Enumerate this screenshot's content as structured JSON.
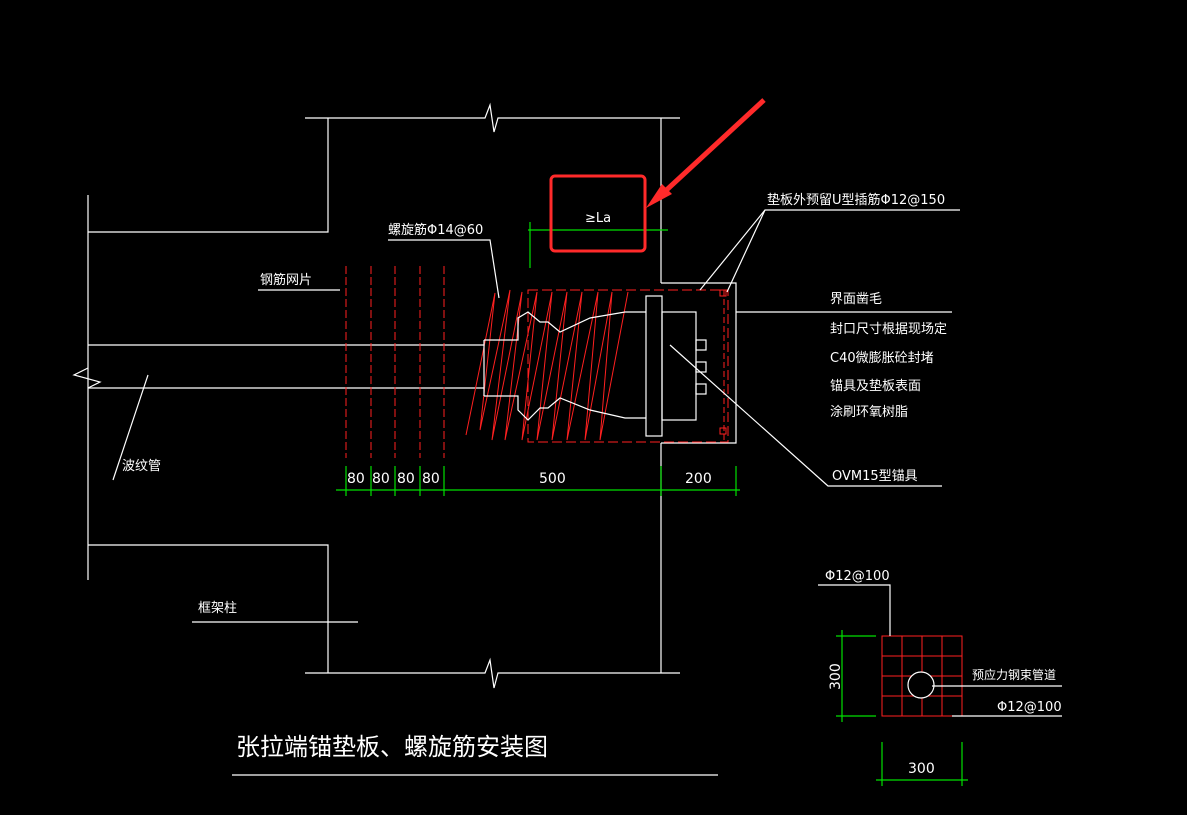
{
  "title": "张拉端锚垫板、螺旋筋安装图",
  "labels": {
    "mesh": "钢筋网片",
    "spiral": "螺旋筋Φ14@60",
    "u_bar": "垫板外预留U型插筋Φ12@150",
    "anchor_len": "≥La",
    "interface": "界面凿毛",
    "note1": "封口尺寸根据现场定",
    "note2": "C40微膨胀砼封堵",
    "note3": "锚具及垫板表面",
    "note4": "涂刷环氧树脂",
    "anchor": "OVM15型锚具",
    "duct": "波纹管",
    "column": "框架柱"
  },
  "dims": {
    "d1": "80",
    "d2": "80",
    "d3": "80",
    "d4": "80",
    "d5": "500",
    "d6": "200"
  },
  "section": {
    "top_rebar": "Φ12@100",
    "duct_label": "预应力钢束管道",
    "side_rebar": "Φ12@100",
    "height": "300",
    "width": "300"
  },
  "colors": {
    "background": "#000000",
    "lines": "#ffffff",
    "rebar": "#ff2020",
    "dimension": "#00e000",
    "highlight": "#ff2a2a"
  }
}
